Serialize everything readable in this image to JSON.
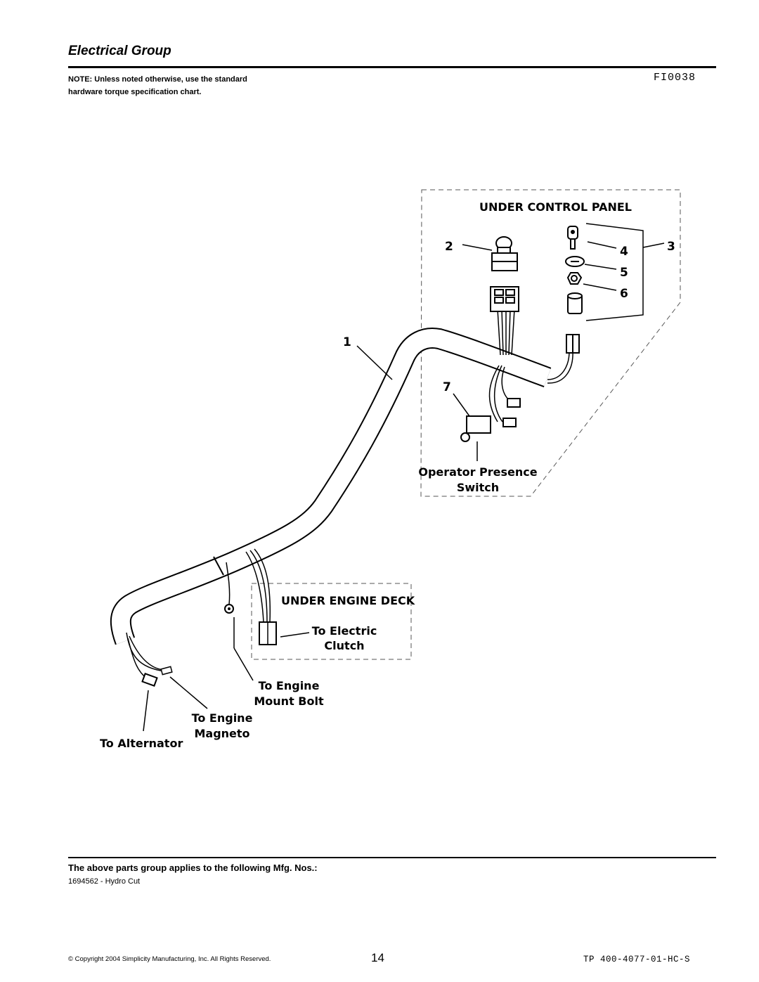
{
  "header": {
    "title": "Electrical Group",
    "note": "NOTE: Unless noted otherwise, use the standard hardware torque specification chart.",
    "figure_code": "FI0038"
  },
  "diagram": {
    "under_control_panel": "UNDER CONTROL PANEL",
    "under_engine_deck": "UNDER ENGINE DECK",
    "operator_presence_line1": "Operator Presence",
    "operator_presence_line2": "Switch",
    "electric_clutch_line1": "To Electric",
    "electric_clutch_line2": "Clutch",
    "engine_mount_line1": "To Engine",
    "engine_mount_line2": "Mount Bolt",
    "engine_magneto_line1": "To Engine",
    "engine_magneto_line2": "Magneto",
    "alternator": "To Alternator",
    "callouts": [
      "1",
      "2",
      "3",
      "4",
      "5",
      "6",
      "7"
    ]
  },
  "footer": {
    "applies": "The above parts group applies to the following Mfg. Nos.:",
    "mfg_number": "1694562 - Hydro Cut",
    "copyright": "© Copyright 2004 Simplicity Manufacturing, Inc. All Rights Reserved.",
    "page_number": "14",
    "doc_number": "TP 400-4077-01-HC-S"
  }
}
